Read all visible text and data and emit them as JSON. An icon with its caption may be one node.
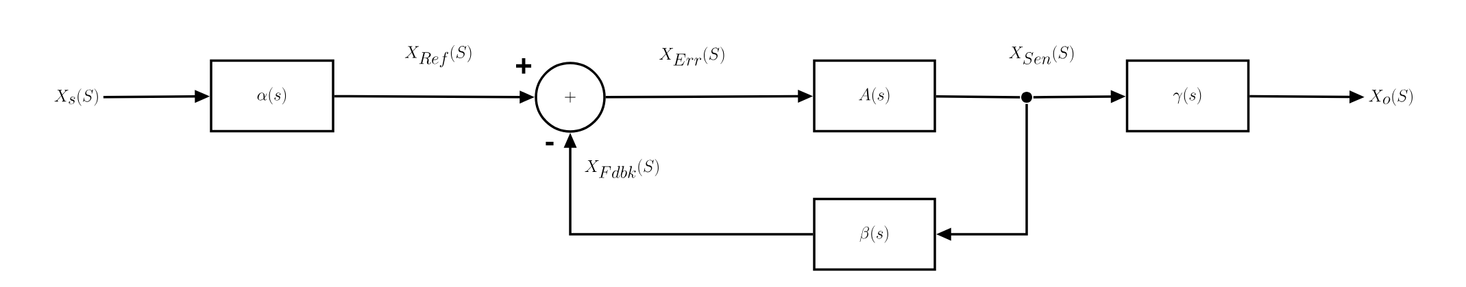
{
  "diagram": {
    "nodes": [
      {
        "text": [
          "X_s(S)"
        ]
      },
      {
        "text": [
          "\\alpha(s)"
        ]
      },
      {
        "text": [
          "+"
        ]
      },
      {
        "text": [
          "A(s)"
        ]
      },
      {
        "text": [],
        "shape": "circle"
      },
      {
        "text": [
          "\\gamma(s)"
        ]
      },
      {
        "text": [
          "X_o(S)"
        ]
      },
      {
        "text": [
          "\\beta(s)"
        ]
      }
    ],
    "edges": [
      {
        "from": 0,
        "to": 1,
        "arrow": "to"
      },
      {
        "from": 1,
        "to": 2,
        "arrow": "to",
        "label": "X_{Ref}(S)"
      },
      {
        "from": 2,
        "to": 3,
        "arrow": "to",
        "label": "X_{Err}(S)"
      },
      {
        "from": 3,
        "to": 4,
        "arrow": "none"
      },
      {
        "from": 4,
        "to": 5,
        "arrow": "to",
        "label": "X_{Sen}(S)"
      },
      {
        "from": 5,
        "to": 6,
        "arrow": "to"
      },
      {
        "from": 4,
        "to": 7,
        "arrow": "to"
      },
      {
        "from": 7,
        "to": 2,
        "arrow": "to",
        "label": "X_{Fdbk}(S)"
      }
    ],
    "labels": [
      "+",
      "-"
    ]
  }
}
